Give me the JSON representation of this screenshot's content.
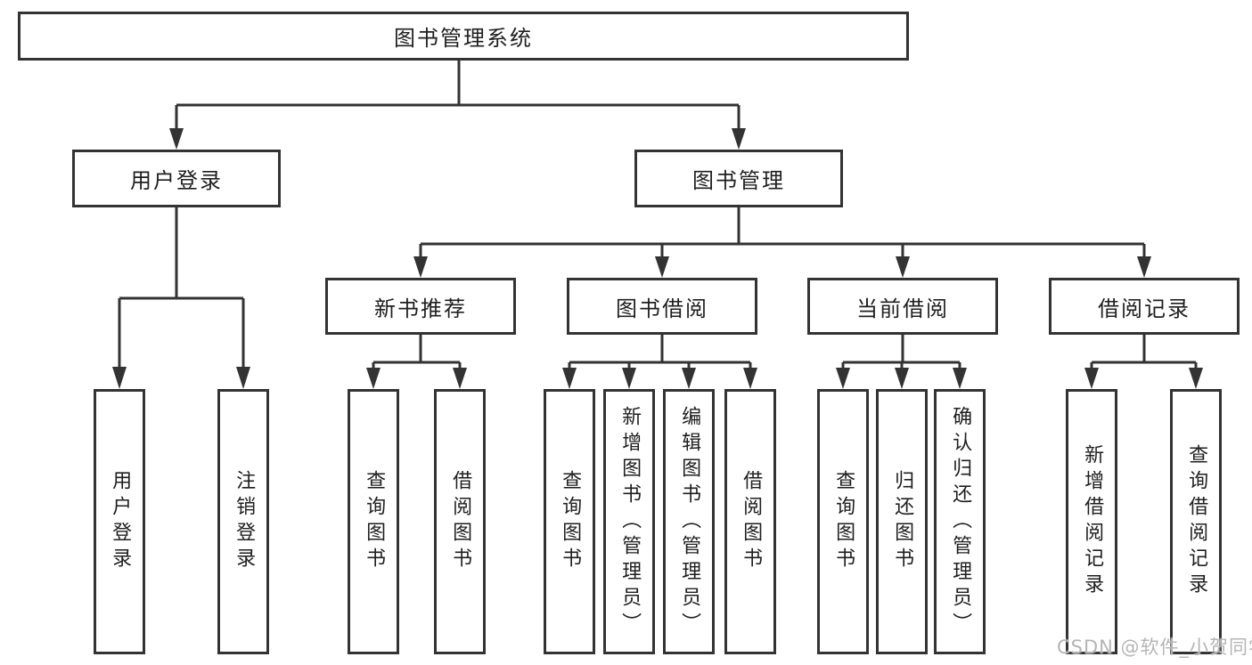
{
  "diagram": {
    "root": "图书管理系统",
    "level1": {
      "user_login": "用户登录",
      "book_mgmt": "图书管理"
    },
    "level2": {
      "new_book": "新书推荐",
      "book_borrow": "图书借阅",
      "current_borrow": "当前借阅",
      "borrow_record": "借阅记录"
    },
    "leaves": {
      "user_login": [
        "用户登录",
        "注销登录"
      ],
      "new_book": [
        "查询图书",
        "借阅图书"
      ],
      "book_borrow": [
        "查询图书",
        "新增图书（管理员）",
        "编辑图书（管理员）",
        "借阅图书"
      ],
      "current_borrow": [
        "查询图书",
        "归还图书",
        "确认归还（管理员）"
      ],
      "borrow_record": [
        "新增借阅记录",
        "查询借阅记录"
      ]
    }
  },
  "watermark": "CSDN @软件_小贺同学",
  "colors": {
    "line": "#333333",
    "text": "#1f1f1f",
    "watermark": "#b5b5b5",
    "background": "#ffffff"
  }
}
